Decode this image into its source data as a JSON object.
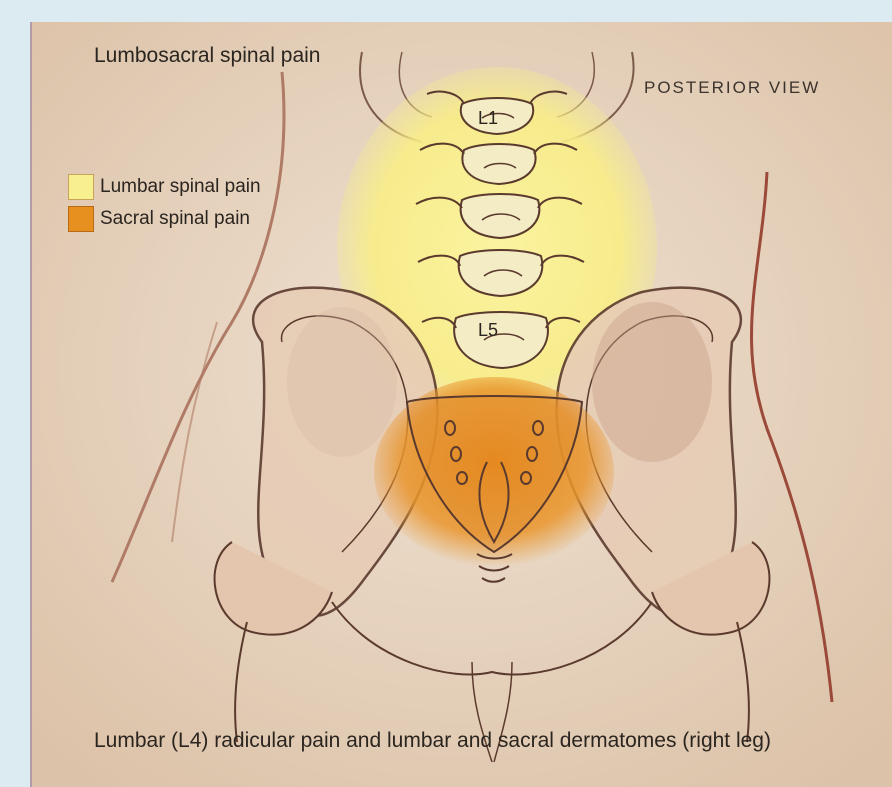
{
  "title": "Lumbosacral spinal pain",
  "view_label": "POSTERIOR VIEW",
  "legend": [
    {
      "label": "Lumbar spinal pain",
      "color": "#f8ef8e"
    },
    {
      "label": "Sacral spinal pain",
      "color": "#e8901f"
    }
  ],
  "vertebra_labels": {
    "top": "L1",
    "bottom": "L5"
  },
  "caption": "Lumbar (L4) radicular pain and lumbar and sacral dermatomes (right leg)",
  "colors": {
    "background": "#dcebf2",
    "paper": "#e9d8c5",
    "lumbar_region": "#f8ef8e",
    "sacral_region": "#e8901f",
    "outline": "#5b3a2e"
  }
}
